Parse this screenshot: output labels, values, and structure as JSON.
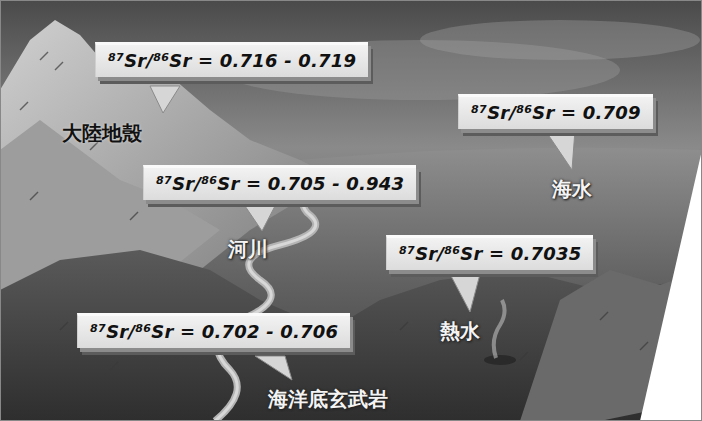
{
  "diagram": {
    "nodes": [
      {
        "text": [
          "⁸⁷Sr/⁸⁶Sr = 0.716 - 0.719"
        ]
      },
      {
        "text": [
          "⁸⁷Sr/⁸⁶Sr = 0.709"
        ]
      },
      {
        "text": [
          "⁸⁷Sr/⁸⁶Sr = 0.705 - 0.943"
        ]
      },
      {
        "text": [
          "⁸⁷Sr/⁸⁶Sr = 0.7035"
        ]
      },
      {
        "text": [
          "⁸⁷Sr/⁸⁶Sr = 0.702 - 0.706"
        ]
      }
    ],
    "labels": [
      "大陸地殼",
      "海水",
      "河川",
      "熱水",
      "海洋底玄武岩"
    ]
  }
}
